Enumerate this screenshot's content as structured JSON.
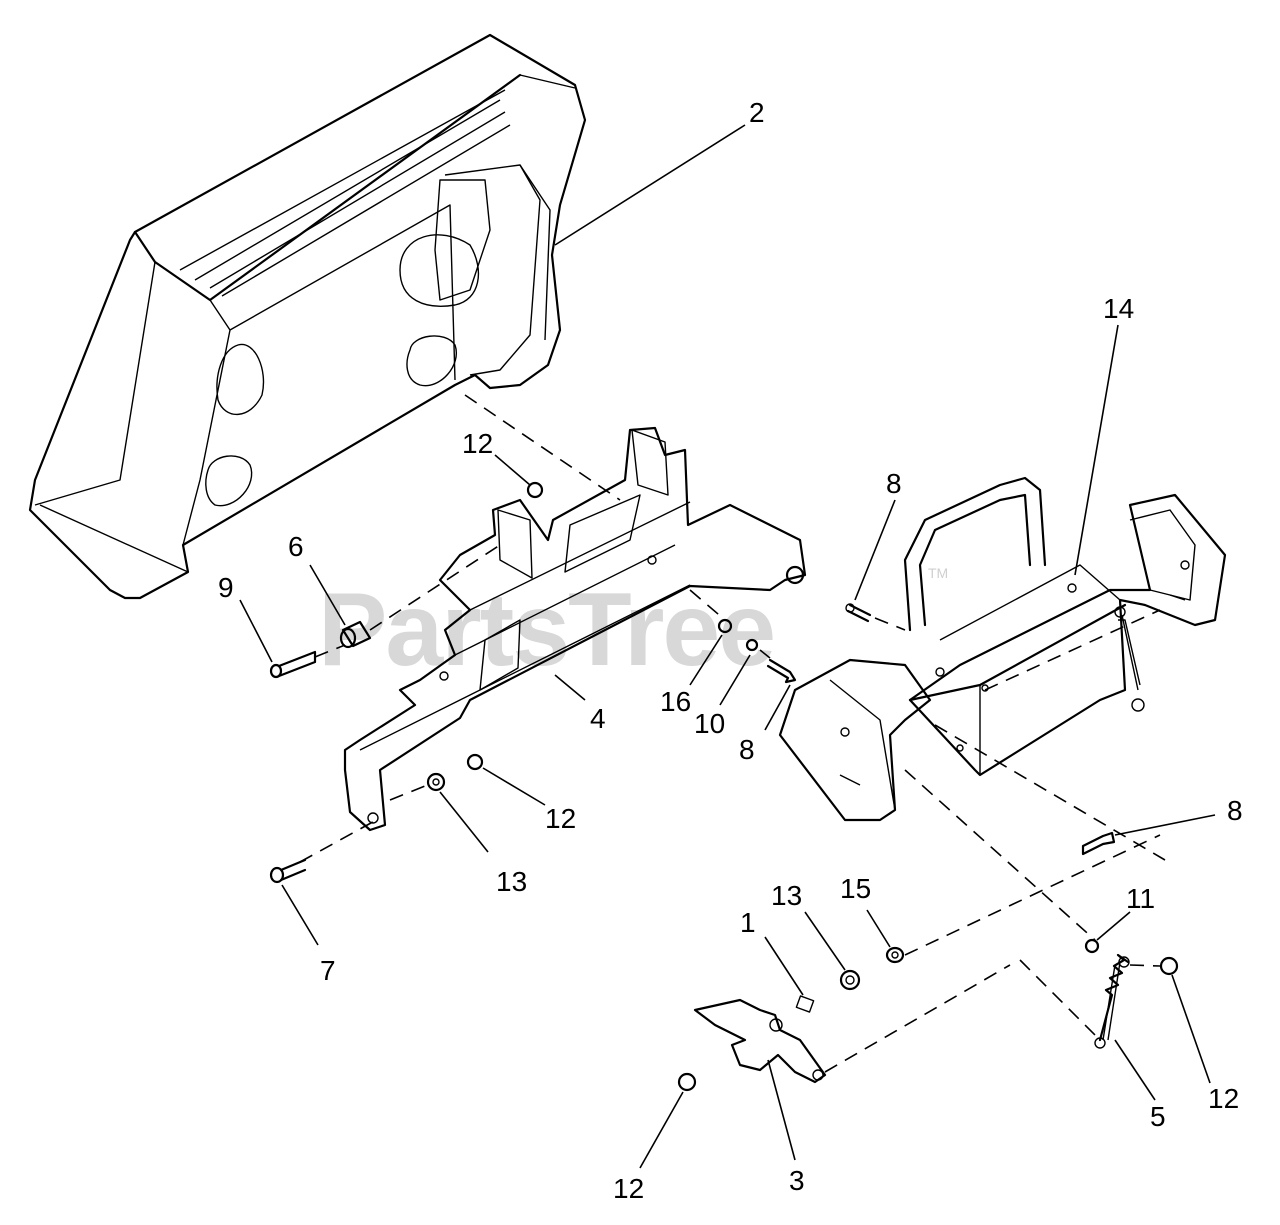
{
  "watermark": {
    "text": "PartsTree",
    "trademark": "TM"
  },
  "callouts": [
    {
      "id": "c2",
      "label": "2"
    },
    {
      "id": "c14",
      "label": "14"
    },
    {
      "id": "c12a",
      "label": "12"
    },
    {
      "id": "c8a",
      "label": "8"
    },
    {
      "id": "c6",
      "label": "6"
    },
    {
      "id": "c9",
      "label": "9"
    },
    {
      "id": "c4",
      "label": "4"
    },
    {
      "id": "c16",
      "label": "16"
    },
    {
      "id": "c10",
      "label": "10"
    },
    {
      "id": "c8b",
      "label": "8"
    },
    {
      "id": "c12b",
      "label": "12"
    },
    {
      "id": "c13a",
      "label": "13"
    },
    {
      "id": "c7",
      "label": "7"
    },
    {
      "id": "c8c",
      "label": "8"
    },
    {
      "id": "c11",
      "label": "11"
    },
    {
      "id": "c15",
      "label": "15"
    },
    {
      "id": "c13b",
      "label": "13"
    },
    {
      "id": "c1",
      "label": "1"
    },
    {
      "id": "c12c",
      "label": "12"
    },
    {
      "id": "c5",
      "label": "5"
    },
    {
      "id": "c3",
      "label": "3"
    },
    {
      "id": "c12d",
      "label": "12"
    }
  ]
}
